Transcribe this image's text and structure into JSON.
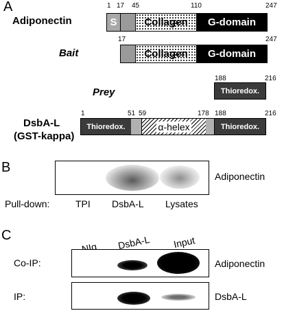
{
  "panels": {
    "a": "A",
    "b": "B",
    "c": "C"
  },
  "panel_a": {
    "adiponectin": {
      "label": "Adiponectin",
      "numbers": [
        "1",
        "17",
        "45",
        "110",
        "247"
      ],
      "signal": "S",
      "collagen": "Collagen",
      "gdomain": "G-domain"
    },
    "bait": {
      "label": "Bait",
      "numbers": [
        "17",
        "247"
      ],
      "collagen": "Collagen",
      "gdomain": "G-domain"
    },
    "prey": {
      "label": "Prey",
      "numbers": [
        "188",
        "216"
      ],
      "domain": "Thioredox."
    },
    "dsba": {
      "label_line1": "DsbA-L",
      "label_line2": "(GST-kappa)",
      "numbers": [
        "1",
        "51",
        "59",
        "178",
        "188",
        "216"
      ],
      "domain_left": "Thioredox.",
      "helix": "α-helex",
      "domain_right": "Thioredox."
    }
  },
  "panel_b": {
    "row_label": "Adiponectin",
    "pulldown_label": "Pull-down:",
    "lanes": [
      "TPI",
      "DsbA-L",
      "Lysates"
    ]
  },
  "panel_c": {
    "lanes": [
      "NIg",
      "DsbA-L",
      "Input"
    ],
    "rows": [
      {
        "label": "Co-IP:",
        "protein": "Adiponectin"
      },
      {
        "label": "IP:",
        "protein": "DsbA-L"
      }
    ]
  }
}
